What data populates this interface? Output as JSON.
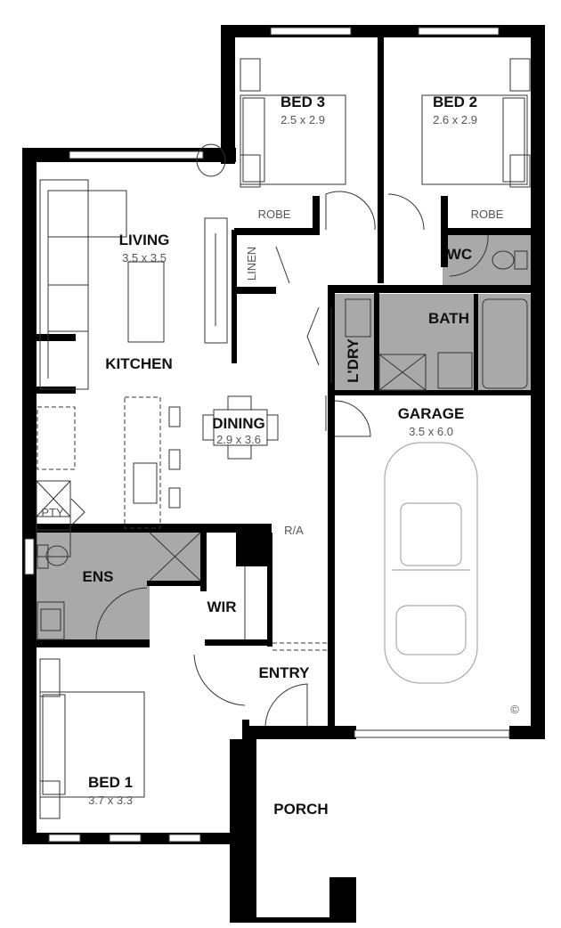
{
  "rooms": {
    "bed3": {
      "name": "BED 3",
      "size": "2.5 x 2.9"
    },
    "bed2": {
      "name": "BED 2",
      "size": "2.6 x 2.9"
    },
    "robe3": {
      "name": "ROBE"
    },
    "robe2": {
      "name": "ROBE"
    },
    "linen": {
      "name": "LINEN"
    },
    "wc": {
      "name": "WC"
    },
    "living": {
      "name": "LIVING",
      "size": "3.5 x 3.5"
    },
    "kitchen": {
      "name": "KITCHEN"
    },
    "laundry": {
      "name": "L'DRY"
    },
    "bath": {
      "name": "BATH"
    },
    "dining": {
      "name": "DINING",
      "size": "2.9 x 3.6"
    },
    "garage": {
      "name": "GARAGE",
      "size": "3.5 x 6.0"
    },
    "pantry": {
      "name": "PTY"
    },
    "ensuite": {
      "name": "ENS"
    },
    "wir": {
      "name": "WIR"
    },
    "entry": {
      "name": "ENTRY"
    },
    "bed1": {
      "name": "BED 1",
      "size": "3.7 x 3.3"
    },
    "porch": {
      "name": "PORCH"
    }
  },
  "annotations": {
    "ra": "R/A",
    "copyright": "©"
  },
  "colors": {
    "wall": "#000000",
    "wet_area": "#a9a9a9",
    "car": "#aaaaaa"
  }
}
